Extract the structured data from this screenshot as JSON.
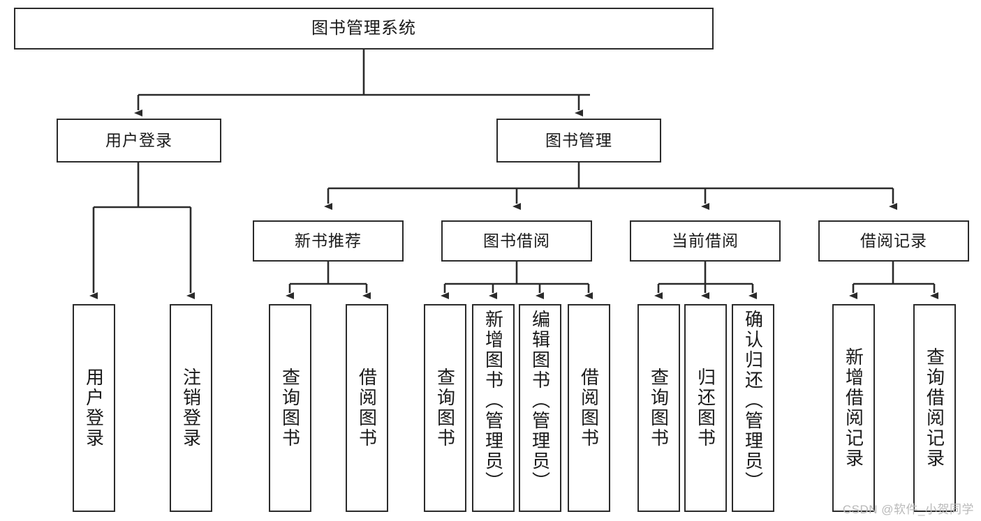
{
  "diagram": {
    "type": "tree-hierarchy",
    "title": "图书管理系统",
    "watermark": "CSDN @软件_小贺同学",
    "colors": {
      "stroke": "#2b2b2b",
      "fill": "#ffffff",
      "text": "#1a1a1a",
      "watermark": "#b9b9b9"
    },
    "nodes": {
      "root": {
        "label": "图书管理系统",
        "level": 0
      },
      "l1": [
        {
          "id": "user-login",
          "label": "用户登录",
          "level": 1
        },
        {
          "id": "book-manage",
          "label": "图书管理",
          "level": 1
        }
      ],
      "l2": [
        {
          "id": "new-book-recommend",
          "label": "新书推荐",
          "level": 2,
          "parent": "book-manage"
        },
        {
          "id": "book-borrow",
          "label": "图书借阅",
          "level": 2,
          "parent": "book-manage"
        },
        {
          "id": "current-borrow",
          "label": "当前借阅",
          "level": 2,
          "parent": "book-manage"
        },
        {
          "id": "borrow-record",
          "label": "借阅记录",
          "level": 2,
          "parent": "book-manage"
        }
      ],
      "leaves": [
        {
          "id": "leaf-user-login",
          "label": "用户登录",
          "parent": "user-login"
        },
        {
          "id": "leaf-logout",
          "label": "注销登录",
          "parent": "user-login"
        },
        {
          "id": "leaf-query-book-1",
          "label": "查询图书",
          "parent": "new-book-recommend"
        },
        {
          "id": "leaf-borrow-book-1",
          "label": "借阅图书",
          "parent": "new-book-recommend"
        },
        {
          "id": "leaf-query-book-2",
          "label": "查询图书",
          "parent": "book-borrow"
        },
        {
          "id": "leaf-add-book",
          "label": "新增图书（管理员）",
          "parent": "book-borrow"
        },
        {
          "id": "leaf-edit-book",
          "label": "编辑图书（管理员）",
          "parent": "book-borrow"
        },
        {
          "id": "leaf-borrow-book-2",
          "label": "借阅图书",
          "parent": "book-borrow"
        },
        {
          "id": "leaf-query-book-3",
          "label": "查询图书",
          "parent": "current-borrow"
        },
        {
          "id": "leaf-return-book",
          "label": "归还图书",
          "parent": "current-borrow"
        },
        {
          "id": "leaf-confirm-return",
          "label": "确认归还（管理员）",
          "parent": "current-borrow"
        },
        {
          "id": "leaf-add-record",
          "label": "新增借阅记录",
          "parent": "borrow-record"
        },
        {
          "id": "leaf-query-record",
          "label": "查询借阅记录",
          "parent": "borrow-record"
        }
      ]
    }
  }
}
